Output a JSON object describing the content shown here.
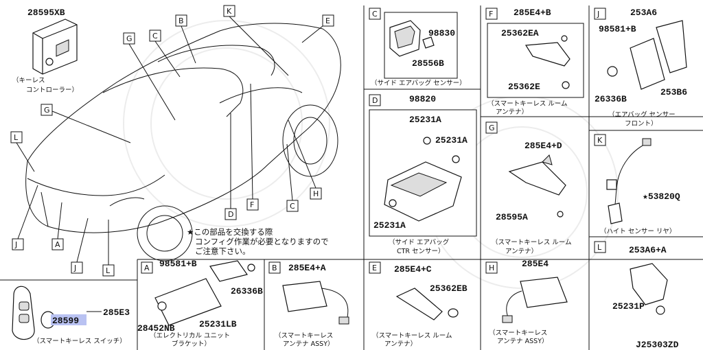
{
  "diagram": {
    "code": "J25303ZD",
    "note_lines": [
      "★この部品を交換する際",
      "コンフィグ作業が必要となりますので",
      "ご注意下さい。"
    ],
    "overview": {
      "part_number": "28595XB",
      "caption_lines": [
        "（キーレス",
        "コントローラー）"
      ],
      "callouts": [
        "K",
        "E",
        "B",
        "C",
        "G",
        "G",
        "L",
        "J",
        "A",
        "J",
        "L",
        "D",
        "F",
        "C",
        "H"
      ]
    },
    "switch_panel": {
      "parts": [
        "28599",
        "285E3"
      ],
      "caption": "（スマートキーレス スイッチ）"
    },
    "panels": {
      "A": {
        "letter": "A",
        "parts": [
          "98581+B",
          "26336B",
          "28452NB",
          "25231LB"
        ],
        "caption_lines": [
          "（エレクトリカル ユニット",
          "ブラケット）"
        ]
      },
      "B": {
        "letter": "B",
        "parts": [
          "285E4+A"
        ],
        "caption_lines": [
          "（スマートキーレス",
          "アンテナ ASSY）"
        ]
      },
      "C": {
        "letter": "C",
        "parts": [
          "98830",
          "28556B"
        ],
        "caption_lines": [
          "（サイド エアバッグ センサー）"
        ]
      },
      "D": {
        "letter": "D",
        "parts": [
          "98820",
          "25231A",
          "25231A",
          "25231A"
        ],
        "caption_lines": [
          "（サイド エアバッグ",
          "CTR センサー）"
        ]
      },
      "E": {
        "letter": "E",
        "parts": [
          "285E4+C",
          "25362EB"
        ],
        "caption_lines": [
          "（スマートキーレス ルーム",
          "アンテナ）"
        ]
      },
      "F": {
        "letter": "F",
        "parts": [
          "285E4+B",
          "25362EA",
          "25362E"
        ],
        "caption_lines": [
          "（スマートキーレス ルーム",
          "アンテナ）"
        ]
      },
      "G": {
        "letter": "G",
        "parts": [
          "285E4+D",
          "28595A"
        ],
        "caption_lines": [
          "（スマートキーレス ルーム",
          "アンテナ）"
        ]
      },
      "H": {
        "letter": "H",
        "parts": [
          "285E4"
        ],
        "caption_lines": [
          "（スマートキーレス",
          "アンテナ ASSY）"
        ]
      },
      "J": {
        "letter": "J",
        "parts": [
          "253A6",
          "98581+B",
          "26336B",
          "253B6"
        ],
        "caption_lines": [
          "（エアバッグ センサー",
          "フロント）"
        ]
      },
      "K": {
        "letter": "K",
        "parts": [
          "★53820Q"
        ],
        "caption_lines": [
          "（ハイト センサー リヤ）"
        ]
      },
      "L": {
        "letter": "L",
        "parts": [
          "253A6+A",
          "25231P"
        ],
        "caption_lines": []
      }
    }
  }
}
